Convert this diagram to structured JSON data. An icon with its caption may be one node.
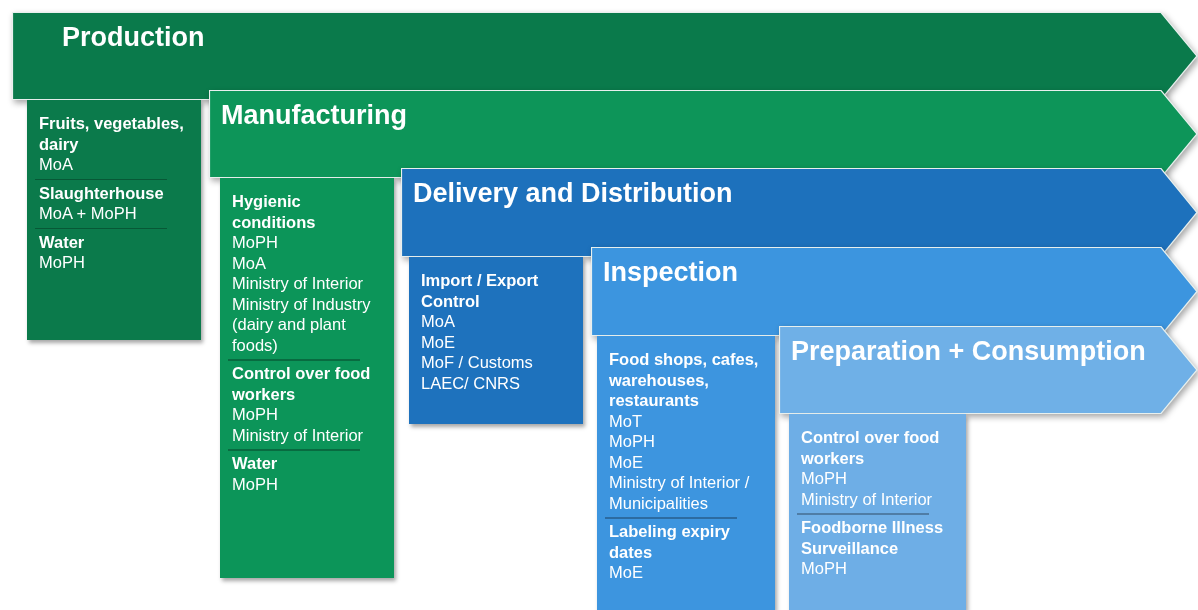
{
  "diagram": {
    "nodes": [
      {
        "text": [
          "Production"
        ]
      },
      {
        "text": [],
        "shape": "box"
      },
      {
        "text": [
          "Fruits, vegetables, dairy",
          "MoA"
        ],
        "in": 1
      },
      {
        "text": [
          "Slaughterhouse",
          "MoA + MoPH"
        ],
        "in": 1
      },
      {
        "text": [
          "Water",
          "MoPH"
        ],
        "in": 1
      },
      {
        "text": [
          "Manufacturing"
        ]
      },
      {
        "text": [],
        "shape": "box"
      },
      {
        "text": [
          "Hygienic conditions",
          "MoPH",
          "MoA",
          "Ministry of Interior",
          "Ministry of Industry (dairy and plant foods)"
        ],
        "in": 6
      },
      {
        "text": [
          "Control over food workers",
          "MoPH",
          "Ministry of Interior"
        ],
        "in": 6
      },
      {
        "text": [
          "Water",
          "MoPH"
        ],
        "in": 6
      },
      {
        "text": [
          "Delivery and Distribution"
        ]
      },
      {
        "text": [],
        "shape": "box"
      },
      {
        "text": [
          "Import / Export Control",
          "MoA",
          "MoE",
          "MoF / Customs",
          "LAEC/ CNRS"
        ],
        "in": 11
      },
      {
        "text": [
          "Inspection"
        ]
      },
      {
        "text": [],
        "shape": "box"
      },
      {
        "text": [
          "Food shops, cafes, warehouses, restaurants",
          "MoT",
          "MoPH",
          "MoE",
          "Ministry of Interior / Municipalities"
        ],
        "in": 14
      },
      {
        "text": [
          "Labeling expiry dates",
          "MoE"
        ],
        "in": 14
      },
      {
        "text": [
          "Preparation + Consumption"
        ]
      },
      {
        "text": [],
        "shape": "box"
      },
      {
        "text": [
          "Control over food workers",
          "MoPH",
          "Ministry of Interior"
        ],
        "in": 18
      },
      {
        "text": [
          "Foodborne Illness Surveillance",
          "MoPH"
        ],
        "in": 18
      }
    ]
  }
}
